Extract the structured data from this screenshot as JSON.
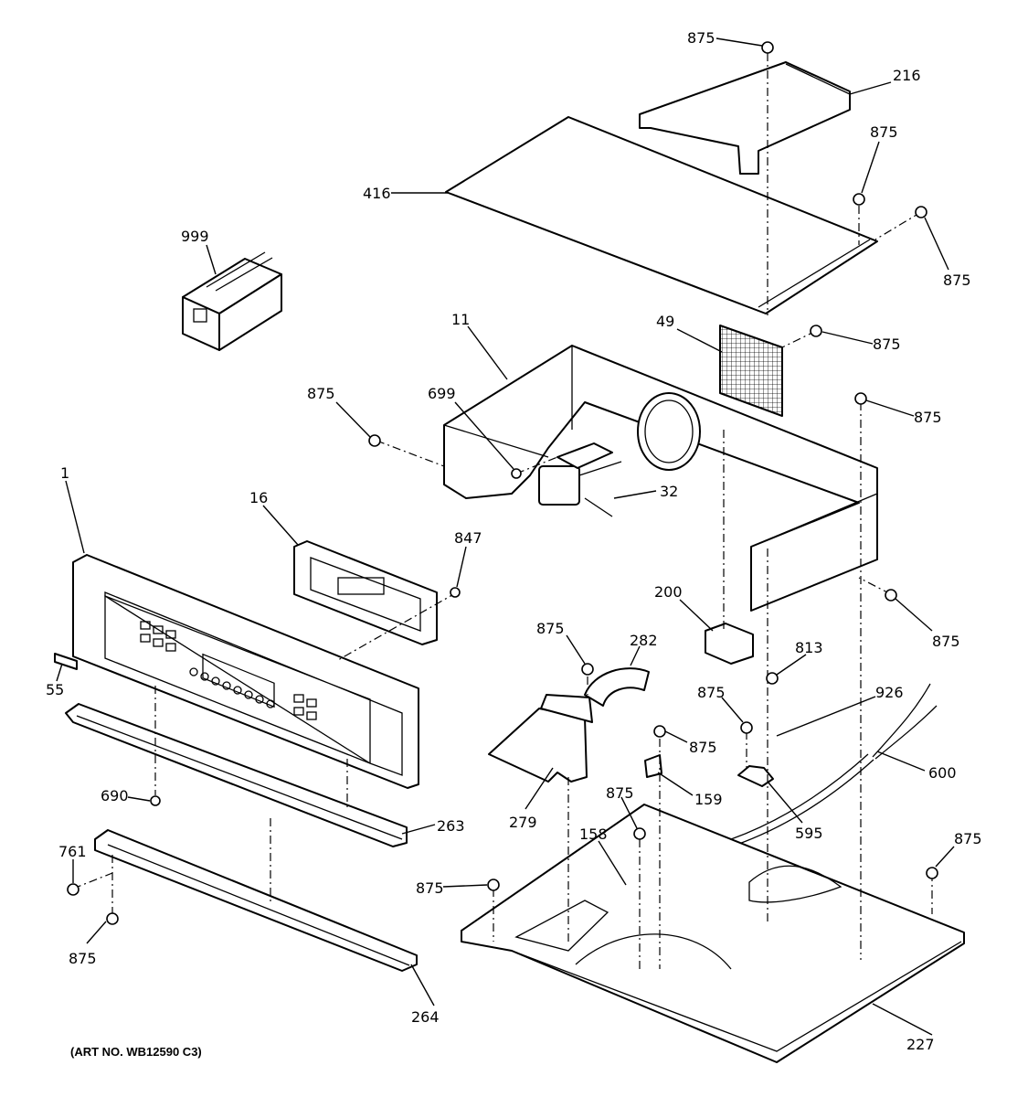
{
  "art_number": "(ART NO. WB12590 C3)",
  "labels": {
    "l_875_top": "875",
    "l_216": "216",
    "l_875_a": "875",
    "l_416": "416",
    "l_875_b": "875",
    "l_999": "999",
    "l_11": "11",
    "l_49": "49",
    "l_875_c": "875",
    "l_875_d": "875",
    "l_699": "699",
    "l_875_e": "875",
    "l_32": "32",
    "l_1": "1",
    "l_16": "16",
    "l_847": "847",
    "l_200": "200",
    "l_875_f": "875",
    "l_875_g": "875",
    "l_282": "282",
    "l_813": "813",
    "l_55": "55",
    "l_875_h": "875",
    "l_926": "926",
    "l_875_i": "875",
    "l_600": "600",
    "l_159": "159",
    "l_875_j": "875",
    "l_690": "690",
    "l_279": "279",
    "l_158": "158",
    "l_595": "595",
    "l_263": "263",
    "l_761": "761",
    "l_875_k": "875",
    "l_875_l": "875",
    "l_875_m": "875",
    "l_264": "264",
    "l_227": "227"
  },
  "icons": [
    "screw-icon"
  ]
}
